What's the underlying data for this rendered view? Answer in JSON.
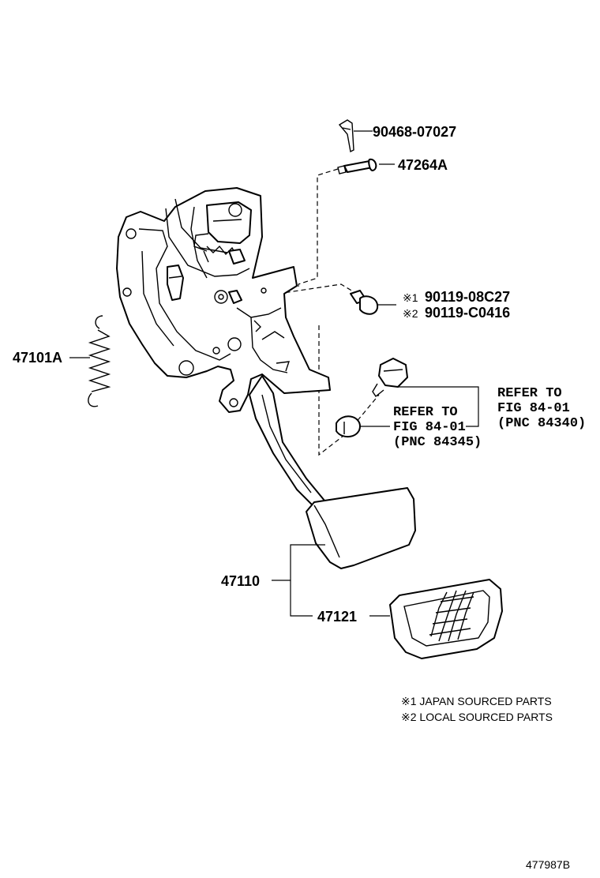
{
  "parts": {
    "clip": "90468-07027",
    "pin": "47264A",
    "bolt_1": "90119-08C27",
    "bolt_2": "90119-C0416",
    "spring": "47101A",
    "pedal": "47110",
    "pad": "47121"
  },
  "markers": {
    "m1": "※1",
    "m2": "※2"
  },
  "refs": {
    "switch": {
      "line1": "REFER TO",
      "line2": "FIG 84-01",
      "line3": "(PNC 84340)"
    },
    "nut": {
      "line1": "REFER TO",
      "line2": "FIG 84-01",
      "line3": "(PNC 84345)"
    }
  },
  "notes": {
    "japan": "※1 JAPAN SOURCED PARTS",
    "local": "※2 LOCAL SOURCED PARTS"
  },
  "figure_code": "477987B"
}
